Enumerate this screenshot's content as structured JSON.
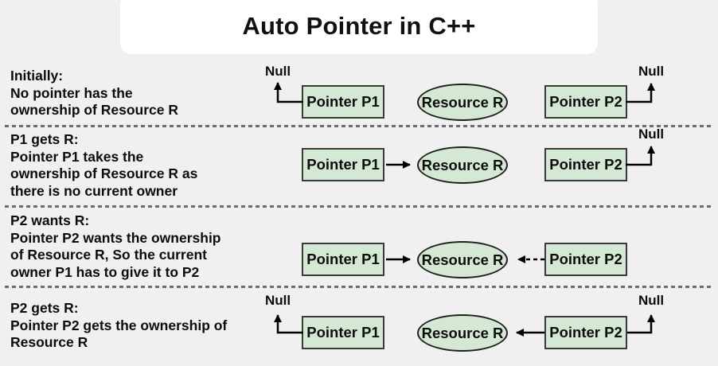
{
  "title": "Auto Pointer in C++",
  "node_labels": {
    "p1": "Pointer P1",
    "p2": "Pointer P2",
    "resource": "Resource R",
    "null_ref": "Null"
  },
  "rows": [
    {
      "name": "initially",
      "caption": "Initially:\nNo pointer has the\nownership of Resource R",
      "p1_points_to": "Null",
      "p2_points_to": "Null"
    },
    {
      "name": "p1-gets-r",
      "caption": "P1 gets R:\nPointer P1 takes the\nownership of Resource R as\nthere is no current owner",
      "p1_points_to": "Resource R",
      "p2_points_to": "Null"
    },
    {
      "name": "p2-wants-r",
      "caption": "P2 wants R:\nPointer P2 wants the ownership\nof Resource R, So the current\nowner P1 has to give it to P2",
      "p1_points_to": "Resource R",
      "p2_points_to": "Resource R",
      "p2_arrow_style": "dashed"
    },
    {
      "name": "p2-gets-r",
      "caption": "P2 gets R:\nPointer P2 gets the ownership of\nResource R",
      "p1_points_to": "Null",
      "p2_points_to": "Resource R",
      "p2_also_points_to": "Null"
    }
  ],
  "colors": {
    "background": "#f0f0f0",
    "title_bg": "#ffffff",
    "node_fill": "#d5e8d4",
    "box_border": "#3a3a3a",
    "ellipse_border": "#1f1f1f",
    "separator": "#6c6c6c",
    "arrow": "#000000",
    "text": "#0d0d0d"
  }
}
